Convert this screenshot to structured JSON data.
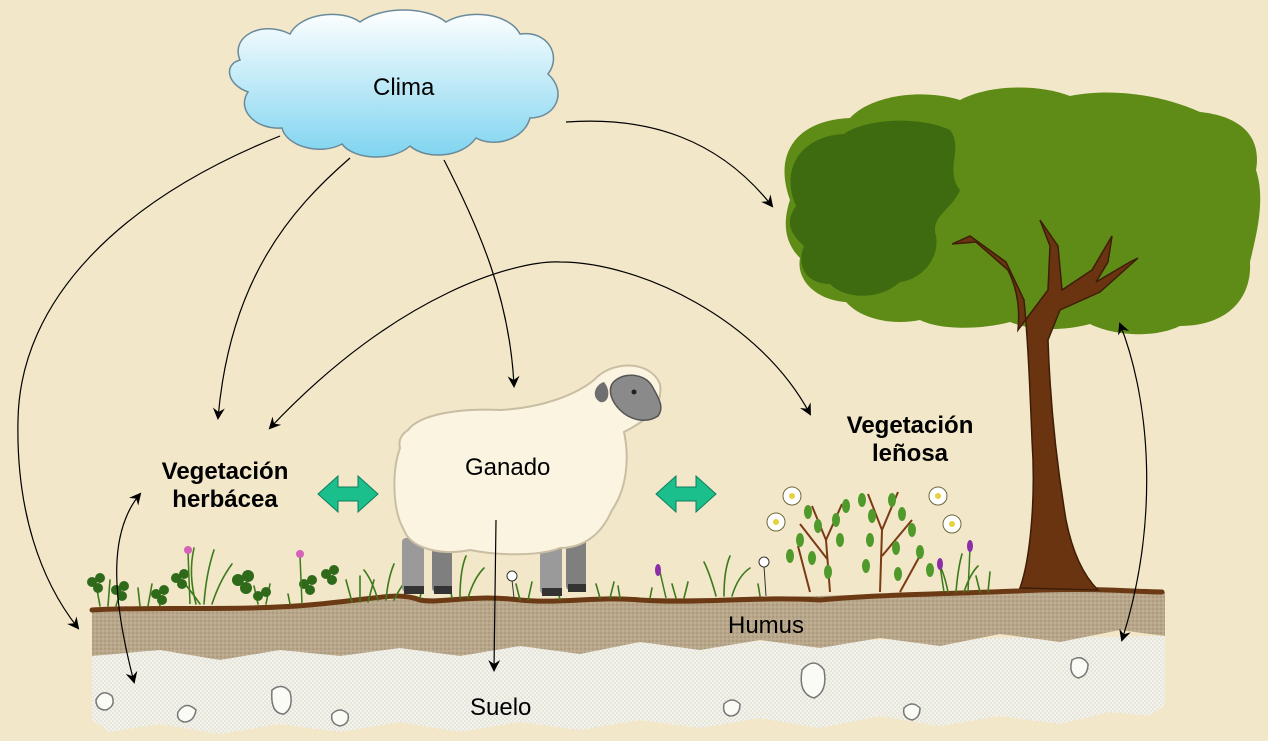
{
  "labels": {
    "clima": "Clima",
    "ganado": "Ganado",
    "veg_herbacea": [
      "Vegetación",
      "herbácea"
    ],
    "veg_lenosa": [
      "Vegetación",
      "leñosa"
    ],
    "humus": "Humus",
    "suelo": "Suelo"
  },
  "colors": {
    "background": "#f3e7c9",
    "cloud_top": "#ffffff",
    "cloud_bottom": "#7fd4f0",
    "tree_canopy_light": "#5e8c16",
    "tree_canopy_dark": "#3f6b10",
    "trunk": "#6b3410",
    "humus": "#b8a68a",
    "soil": "#f2f2ea",
    "interaction_arrow": "#1bbf8c",
    "sheep_wool": "#fbf4e0",
    "sheep_face": "#8a8a8a"
  },
  "icons": [
    "cloud",
    "tree",
    "sheep",
    "grass",
    "clover",
    "flower",
    "shrub",
    "stone",
    "double-arrow"
  ]
}
